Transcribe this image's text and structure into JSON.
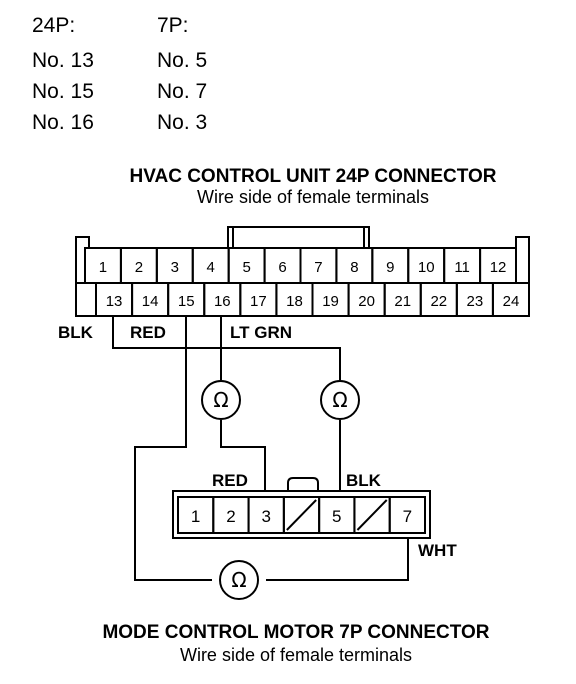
{
  "pin_table": {
    "header_24p": "24P:",
    "header_7p": "7P:",
    "rows": [
      {
        "p24": "No. 13",
        "p7": "No. 5"
      },
      {
        "p24": "No. 15",
        "p7": "No. 7"
      },
      {
        "p24": "No. 16",
        "p7": "No. 3"
      }
    ]
  },
  "hvac_connector": {
    "title": "HVAC CONTROL UNIT 24P CONNECTOR",
    "subtitle": "Wire side of female terminals",
    "top_row": [
      "1",
      "2",
      "3",
      "4",
      "5",
      "6",
      "7",
      "8",
      "9",
      "10",
      "11",
      "12"
    ],
    "bottom_row": [
      "13",
      "14",
      "15",
      "16",
      "17",
      "18",
      "19",
      "20",
      "21",
      "22",
      "23",
      "24"
    ]
  },
  "motor_connector": {
    "title": "MODE CONTROL MOTOR 7P CONNECTOR",
    "subtitle": "Wire side of female terminals",
    "terminals": [
      "1",
      "2",
      "3",
      "",
      "5",
      "",
      "7"
    ]
  },
  "wire_labels": {
    "blk_24p": "BLK",
    "red_24p": "RED",
    "ltgrn_24p": "LT GRN",
    "red_7p": "RED",
    "blk_7p": "BLK",
    "wht_7p": "WHT"
  },
  "meter_symbol": "Ω"
}
